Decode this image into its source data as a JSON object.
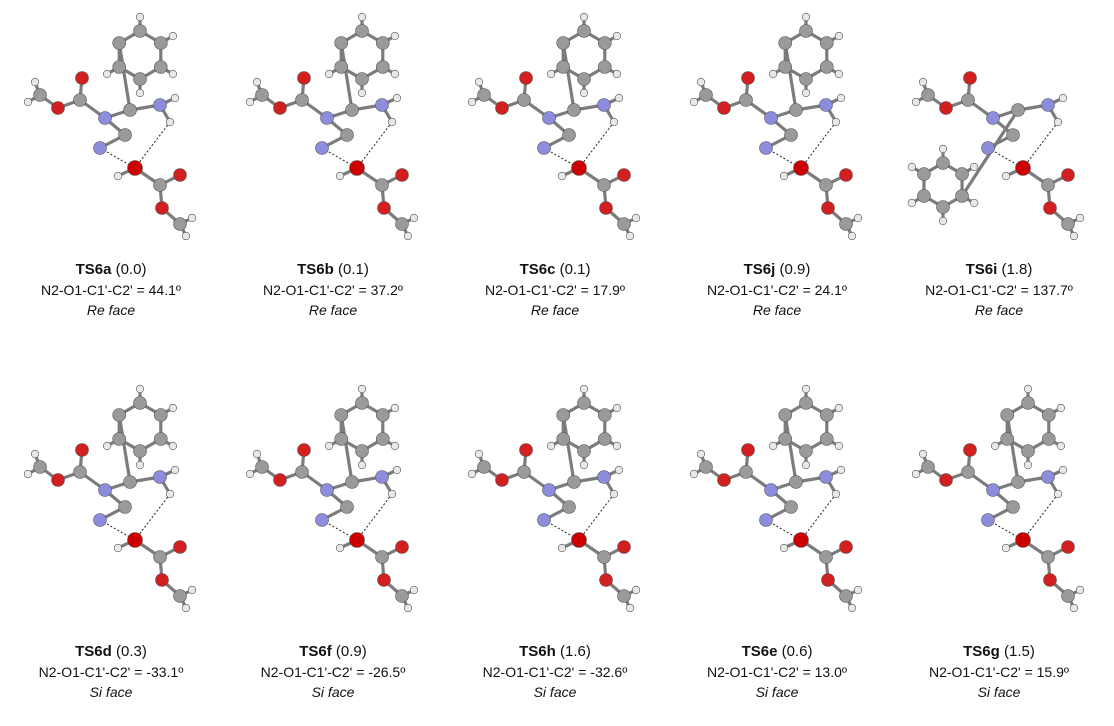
{
  "structures": [
    {
      "id": "TS6a",
      "energy": "(0.0)",
      "dihedral": "N2-O1-C1'-C2' = 44.1º",
      "face": "Re face",
      "kind": "cyclo"
    },
    {
      "id": "TS6b",
      "energy": "(0.1)",
      "dihedral": "N2-O1-C1'-C2' = 37.2º",
      "face": "Re face",
      "kind": "cyclo"
    },
    {
      "id": "TS6c",
      "energy": "(0.1)",
      "dihedral": "N2-O1-C1'-C2' = 17.9º",
      "face": "Re face",
      "kind": "phenyl"
    },
    {
      "id": "TS6j",
      "energy": "(0.9)",
      "dihedral": "N2-O1-C1'-C2' = 24.1º",
      "face": "Re face",
      "kind": "phenyl"
    },
    {
      "id": "TS6i",
      "energy": "(1.8)",
      "dihedral": "N2-O1-C1'-C2' = 137.7º",
      "face": "Re face",
      "kind": "open"
    },
    {
      "id": "TS6d",
      "energy": "(0.3)",
      "dihedral": "N2-O1-C1'-C2' = -33.1º",
      "face": "Si face",
      "kind": "phenyl"
    },
    {
      "id": "TS6f",
      "energy": "(0.9)",
      "dihedral": "N2-O1-C1'-C2' = -26.5º",
      "face": "Si face",
      "kind": "phenyl"
    },
    {
      "id": "TS6h",
      "energy": "(1.6)",
      "dihedral": "N2-O1-C1'-C2' = -32.6º",
      "face": "Si face",
      "kind": "phenyl"
    },
    {
      "id": "TS6e",
      "energy": "(0.6)",
      "dihedral": "N2-O1-C1'-C2' = 13.0º",
      "face": "Si face",
      "kind": "cyclo"
    },
    {
      "id": "TS6g",
      "energy": "(1.5)",
      "dihedral": "N2-O1-C1'-C2' = 15.9º",
      "face": "Si face",
      "kind": "cyclo"
    }
  ],
  "colors": {
    "carbon": "#9a9a9a",
    "oxygen": "#d21f1f",
    "nitrogen": "#8d8dde",
    "hydrogen": "#e8e8e8",
    "reactive_oxygen": "#cc0000"
  }
}
